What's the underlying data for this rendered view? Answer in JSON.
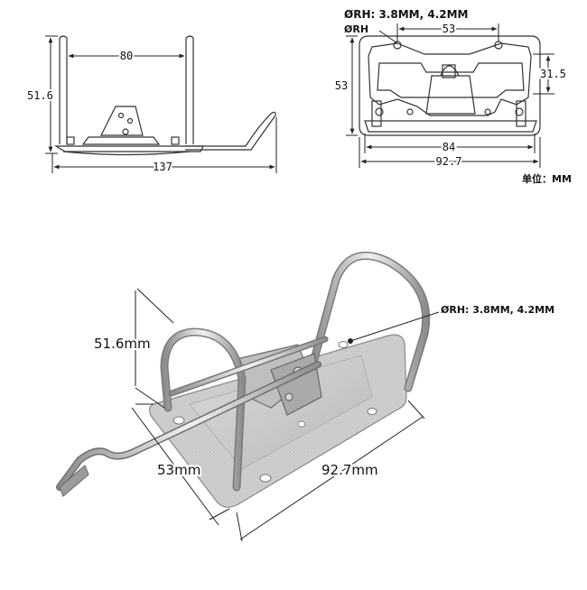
{
  "side_view": {
    "width_inner": "80",
    "height": "51.6",
    "total_length": "137"
  },
  "top_view": {
    "hole_label": "ØRH: 3.8MM, 4.2MM",
    "hole_short": "ØRH",
    "hole_spacing": "53",
    "height": "53",
    "ring_offset": "31.5",
    "inner_width": "84",
    "outer_width": "92.7",
    "unit_label": "单位：MM"
  },
  "photo": {
    "height_label": "51.6mm",
    "hole_label": "ØRH: 3.8MM, 4.2MM",
    "depth_label": "53mm",
    "width_label": "92.7mm"
  }
}
